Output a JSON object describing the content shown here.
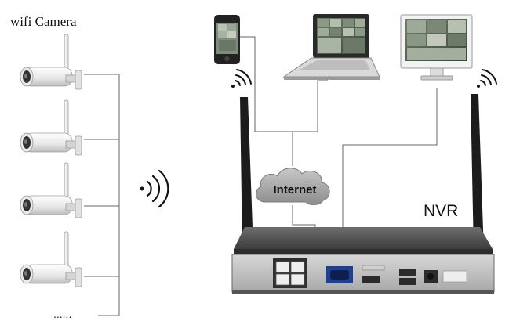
{
  "labels": {
    "wifi_camera": "wifi Camera",
    "internet": "Internet",
    "nvr": "NVR",
    "ellipsis": "......"
  },
  "devices": {
    "cameras": [
      "camera-1",
      "camera-2",
      "camera-3",
      "camera-4"
    ],
    "clients": [
      "smartphone",
      "laptop",
      "monitor"
    ]
  },
  "colors": {
    "wire": "#666666",
    "camera_body": "#f2f2f2",
    "nvr_body": "#4a4a4a",
    "antenna": "#1a1a1a",
    "cloud": "#9a9a9a"
  }
}
